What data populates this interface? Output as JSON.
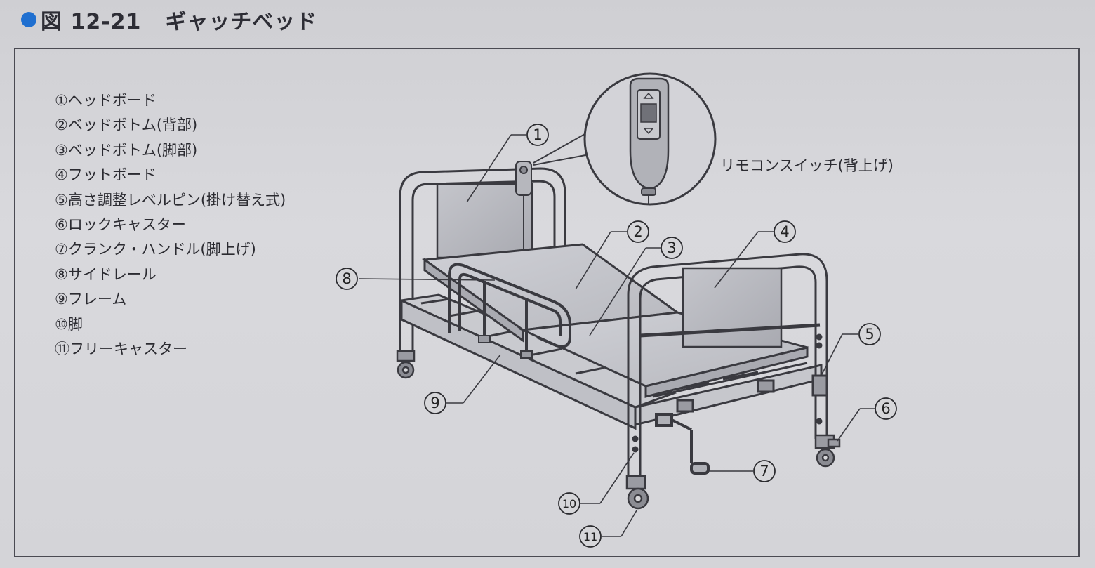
{
  "figure": {
    "number": "図 12-21",
    "title": "ギャッチベッド"
  },
  "legend": [
    "①ヘッドボード",
    "②ベッドボトム(背部)",
    "③ベッドボトム(脚部)",
    "④フットボード",
    "⑤高さ調整レベルピン(掛け替え式)",
    "⑥ロックキャスター",
    "⑦クランク・ハンドル(脚上げ)",
    "⑧サイドレール",
    "⑨フレーム",
    "⑩脚",
    "⑪フリーキャスター"
  ],
  "callouts": {
    "n1": "1",
    "n2": "2",
    "n3": "3",
    "n4": "4",
    "n5": "5",
    "n6": "6",
    "n7": "7",
    "n8": "8",
    "n9": "9",
    "n10": "10",
    "n11": "11",
    "remote_label": "リモコンスイッチ(背上げ)"
  },
  "colors": {
    "accent": "#1f6fd0",
    "line": "#3a3a40",
    "panel": "#b9bac0"
  }
}
